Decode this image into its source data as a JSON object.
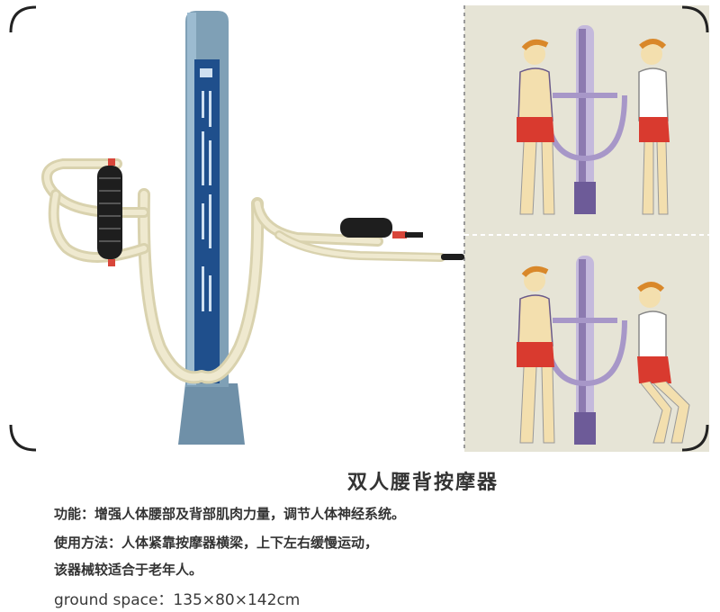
{
  "product": {
    "title": "双人腰背按摩器",
    "function_line": "功能：增强人体腰部及背部肌肉力量，调节人体神经系统。",
    "usage_line_1": "使用方法：人体紧靠按摩器横梁，上下左右缓慢运动，",
    "usage_line_2": "该器械较适合于老年人。",
    "ground_space": "ground space：135×80×142cm"
  },
  "colors": {
    "post": "#7fa0b6",
    "frame_tube": "#ece6c8",
    "panel_bg": "#e6e4d6",
    "illustration_post": "#8c7ab0",
    "shorts": "#d93a2f"
  }
}
